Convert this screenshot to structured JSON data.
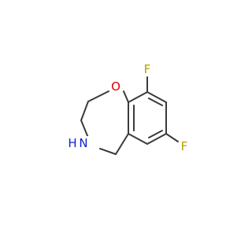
{
  "molecule": {
    "atoms": {
      "f9": {
        "symbol": "F",
        "color": "#b8a000"
      },
      "f7": {
        "symbol": "F",
        "color": "#b8a000"
      },
      "o1": {
        "symbol": "O",
        "color": "#e00000"
      },
      "n4": {
        "symbol": "NH",
        "label": "N",
        "h": "H",
        "color": "#1020d0"
      }
    }
  }
}
